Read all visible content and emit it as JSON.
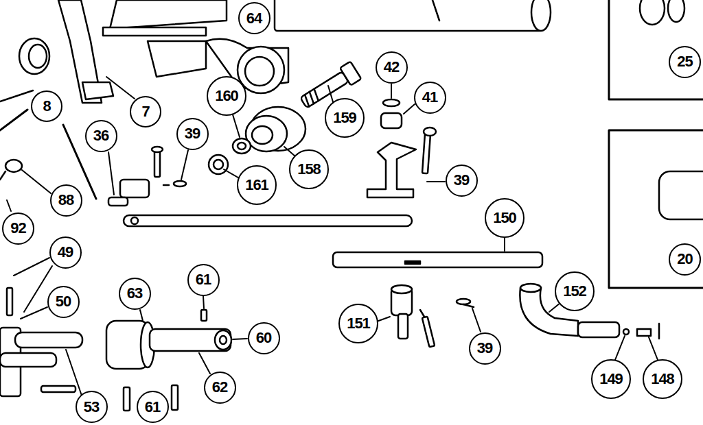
{
  "diagram": {
    "labels": [
      "64",
      "25",
      "8",
      "7",
      "36",
      "39",
      "160",
      "159",
      "42",
      "41",
      "158",
      "161",
      "39",
      "20",
      "88",
      "92",
      "150",
      "49",
      "50",
      "63",
      "61",
      "60",
      "152",
      "151",
      "39",
      "62",
      "149",
      "148",
      "53",
      "61"
    ]
  }
}
